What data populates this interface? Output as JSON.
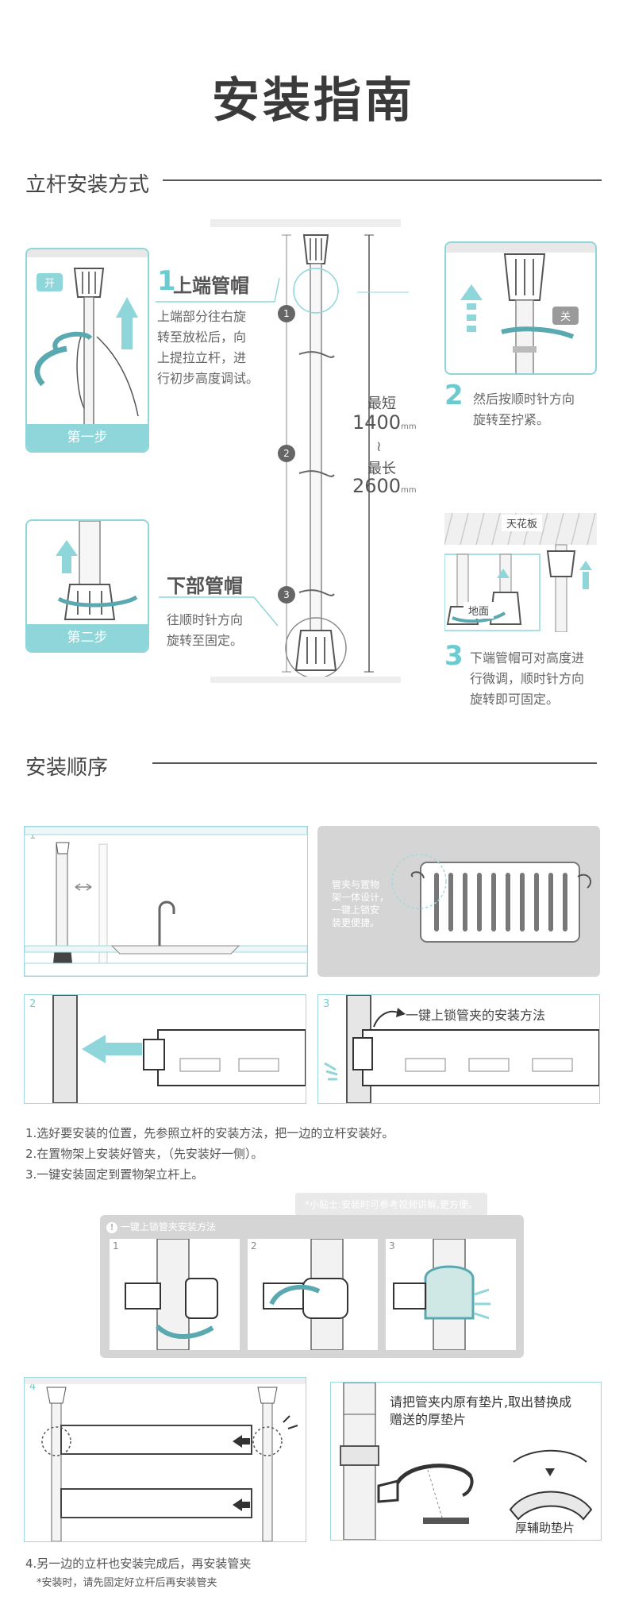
{
  "title": "安装指南",
  "section1": {
    "title": "立杆安装方式",
    "step1_card": {
      "tag": "开",
      "bar": "第一步"
    },
    "step2_card": {
      "bar": "第二步"
    },
    "upper_cap": {
      "num": "1",
      "head": "上端管帽",
      "desc": [
        "上端部分往右旋",
        "转至放松后，向",
        "上提拉立杆，进",
        "行初步高度调试。"
      ]
    },
    "lower_cap": {
      "head": "下部管帽",
      "desc": [
        "往顺时针方向",
        "旋转至固定。"
      ]
    },
    "pole_markers": [
      "1",
      "2",
      "3"
    ],
    "measure": {
      "min_label": "最短",
      "min_value": "1400",
      "max_label": "最长",
      "max_value": "2600",
      "unit": "mm"
    },
    "step_right2": {
      "tag": "关",
      "num": "2",
      "desc": [
        "然后按顺时针方向",
        "旋转至拧紧。"
      ]
    },
    "step_right3": {
      "ceiling": "天花板",
      "ground": "地面",
      "num": "3",
      "desc": [
        "下端管帽可对高度进",
        "行微调，顺时针方向",
        "旋转即可固定。"
      ]
    }
  },
  "section2": {
    "title": "安装顺序",
    "panel1_num": "1",
    "gray_note": [
      "管夹与置物",
      "架一体设计，",
      "一键上锁安",
      "装更便捷。"
    ],
    "panel2_num": "2",
    "panel3_num": "3",
    "panel3_label": "一键上锁管夹的安装方法",
    "list": [
      "1.选好要安装的位置，先参照立杆的安装方法，把一边的立杆安装好。",
      "2.在置物架上安装好管夹，（先安装好一侧）。",
      "3.一键安装固定到置物架立杆上。"
    ],
    "tip": "*小贴士:安装时可参考视频讲解,更方便。",
    "lock_title": "一键上锁管夹安装方法",
    "lock_steps": [
      "1",
      "2",
      "3"
    ],
    "panel4_num": "4",
    "pad_note": [
      "请把管夹内原有垫片,取出替换成",
      "赠送的厚垫片"
    ],
    "pad_label": "厚辅助垫片",
    "footer": [
      "4.另一边的立杆也安装完成后，再安装管夹",
      "*安装时，请先固定好立杆后再安装管夹"
    ]
  },
  "colors": {
    "teal": "#8fd6da",
    "teal_dark": "#5fc3c8",
    "gray": "#9a9a9a",
    "text": "#444444"
  }
}
